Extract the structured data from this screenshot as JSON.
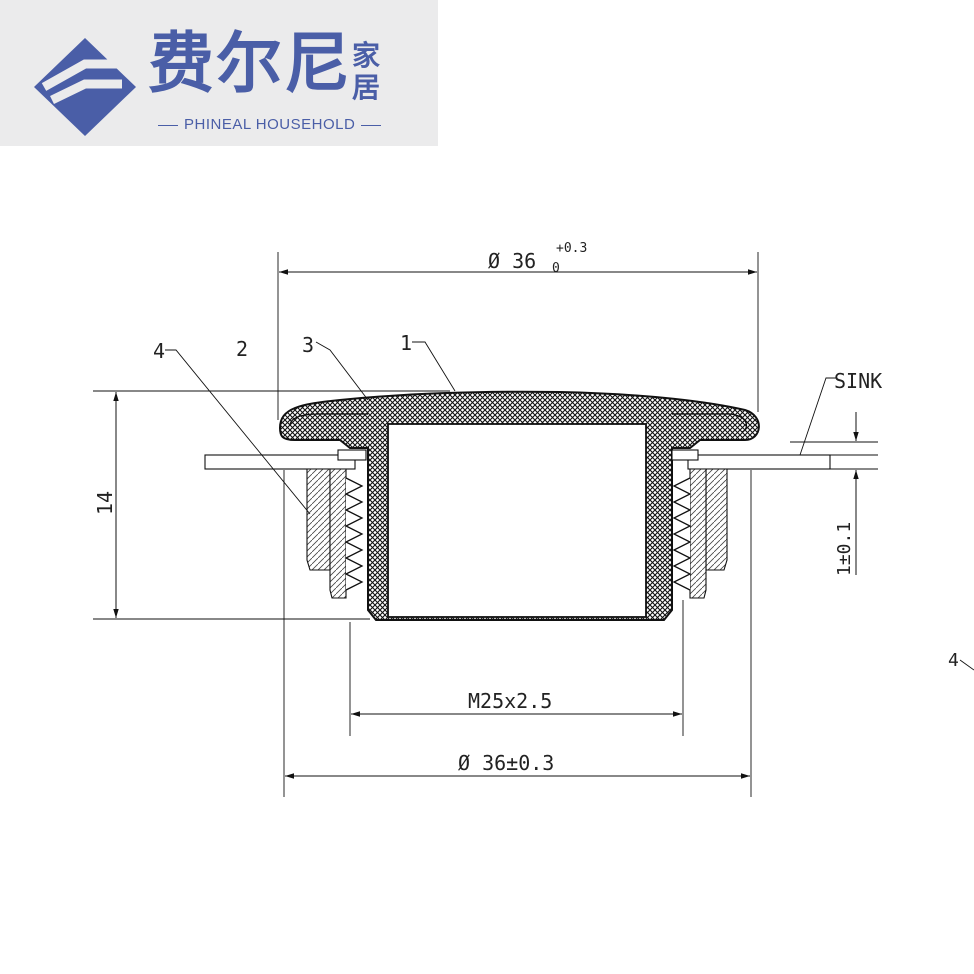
{
  "logo": {
    "brand_cn": "费尔尼",
    "brand_cn_small": "家居",
    "brand_en": "PHINEAL HOUSEHOLD",
    "color": "#4a5ea7",
    "icon": "diamond-logo-icon"
  },
  "drawing": {
    "dim_top_diameter": "Ø 36",
    "dim_top_tol_upper": "+0.3",
    "dim_top_tol_lower": "0",
    "dim_height": "14",
    "dim_thread": "M25x2.5",
    "dim_bottom_diameter": "Ø 36±0.3",
    "dim_sink_tol": "1±0.1",
    "label_sink": "SINK",
    "callout_1": "1",
    "callout_2": "2",
    "callout_3": "3",
    "callout_4": "4",
    "callout_4_edge": "4"
  }
}
